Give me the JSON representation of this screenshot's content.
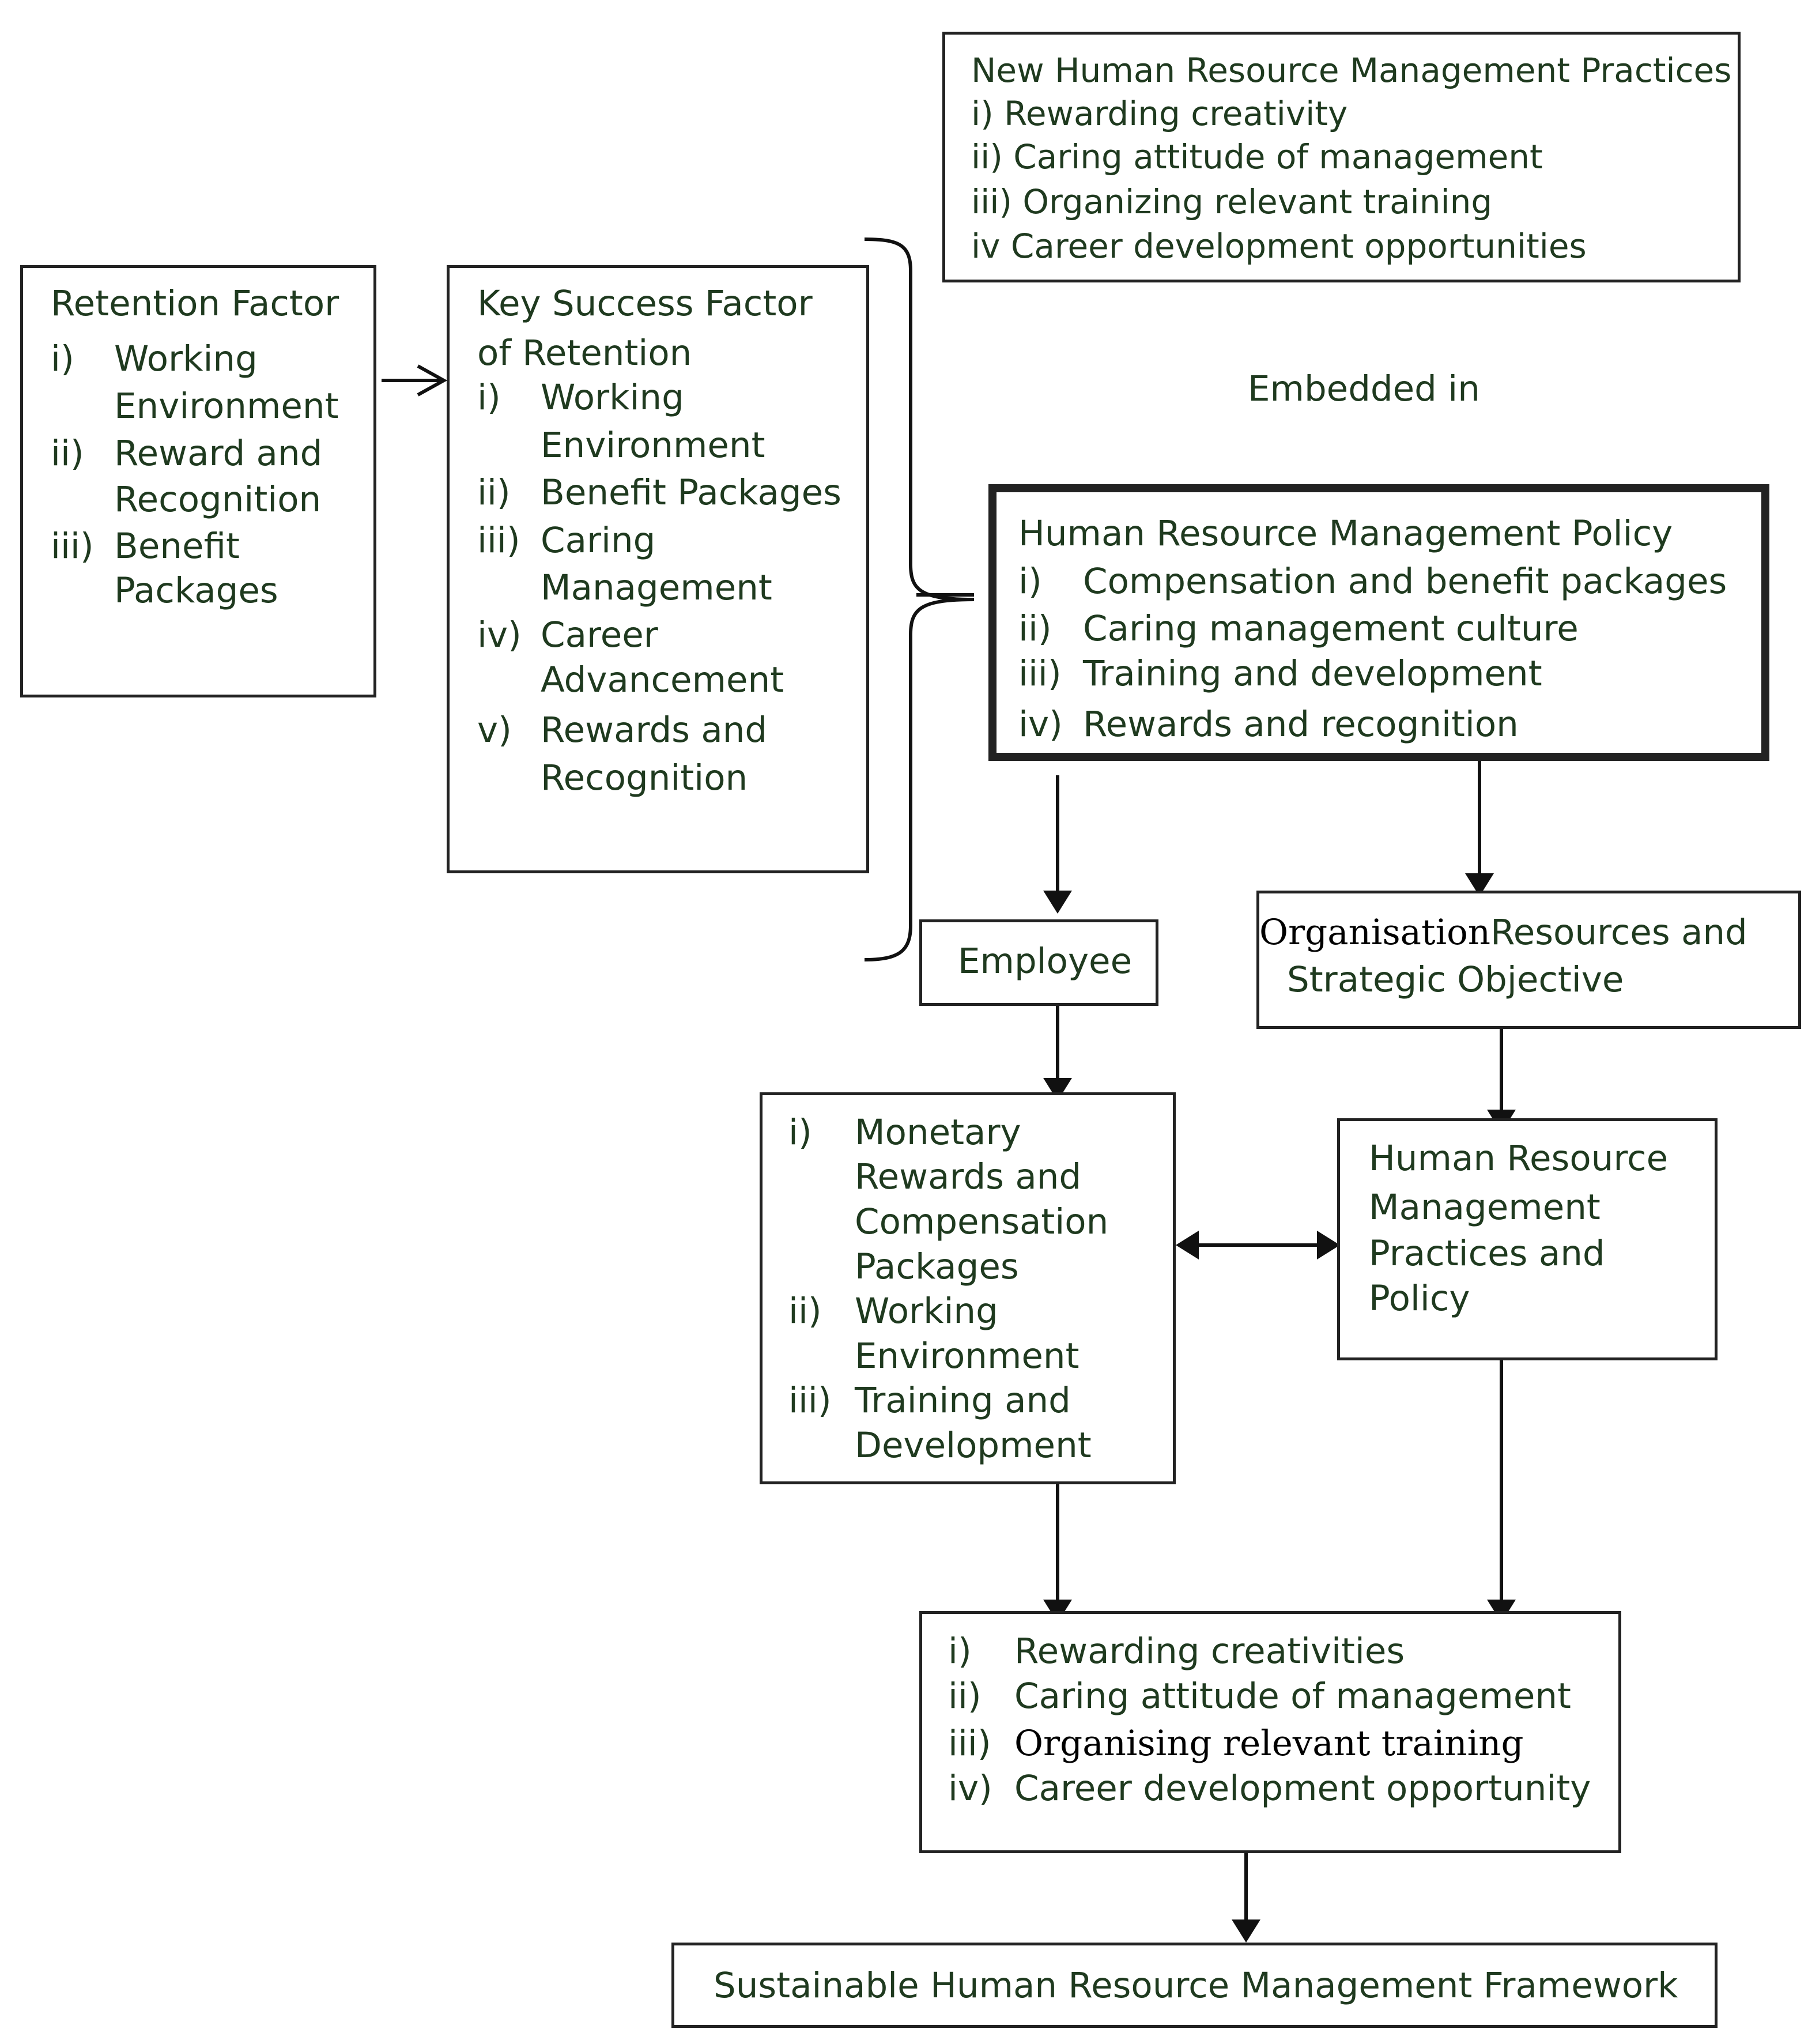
{
  "new_hrm_practices": {
    "title": "New Human Resource Management Practices",
    "items": [
      "i) Rewarding creativity",
      "ii) Caring attitude of management",
      "iii) Organizing relevant training",
      "iv Career development opportunities"
    ]
  },
  "retention_factor": {
    "title": "Retention Factor",
    "items": [
      {
        "num": "i)",
        "lines": [
          "Working",
          "Environment"
        ]
      },
      {
        "num": "ii)",
        "lines": [
          "Reward and",
          "Recognition"
        ]
      },
      {
        "num": "iii)",
        "lines": [
          "Benefit",
          "Packages"
        ]
      }
    ]
  },
  "key_success_factor": {
    "title_lines": [
      "Key Success Factor",
      "of Retention"
    ],
    "items": [
      {
        "num": "i)",
        "lines": [
          "Working",
          "Environment"
        ]
      },
      {
        "num": "ii)",
        "lines": [
          "Benefit Packages"
        ]
      },
      {
        "num": "iii)",
        "lines": [
          "Caring",
          "Management"
        ]
      },
      {
        "num": "iv)",
        "lines": [
          "Career",
          "Advancement"
        ]
      },
      {
        "num": "v)",
        "lines": [
          "Rewards and",
          "Recognition"
        ]
      }
    ]
  },
  "embedded_label": "Embedded in",
  "hrm_policy": {
    "title": "Human Resource Management Policy",
    "items": [
      {
        "num": "i)",
        "text": "Compensation and benefit packages"
      },
      {
        "num": "ii)",
        "text": "Caring management culture"
      },
      {
        "num": "iii)",
        "text": "Training and development"
      },
      {
        "num": "iv)",
        "text": "Rewards and recognition"
      }
    ]
  },
  "employee": "Employee",
  "org_resources": {
    "serif_part": "Organisation",
    "line1_rest": "Resources and",
    "line2": "Strategic Objective"
  },
  "monetary": {
    "items": [
      {
        "num": "i)",
        "lines": [
          "Monetary",
          "Rewards and",
          "Compensation",
          "Packages"
        ]
      },
      {
        "num": "ii)",
        "lines": [
          "Working",
          "Environment"
        ]
      },
      {
        "num": "iii)",
        "lines": [
          "Training and",
          "Development"
        ]
      }
    ]
  },
  "hrm_practices_policy": {
    "lines": [
      "Human Resource",
      "Management",
      "Practices and",
      "Policy"
    ]
  },
  "outcomes": {
    "items": [
      {
        "num": "i)",
        "text": "Rewarding creativities"
      },
      {
        "num": "ii)",
        "text": "Caring attitude of management"
      },
      {
        "num": "iii)",
        "text": "Organising relevant training"
      },
      {
        "num": "iv)",
        "text": "Career development opportunity"
      }
    ]
  },
  "framework": "Sustainable Human Resource Management Framework",
  "colors": {
    "text": "#1f3a1f",
    "border": "#222222",
    "serif_text": "#000000"
  }
}
